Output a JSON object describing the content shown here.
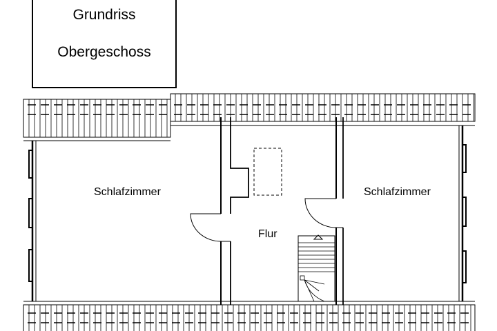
{
  "title": {
    "line1": "Grundriss",
    "line2": "Obergeschoss"
  },
  "rooms": {
    "left_bedroom": "Schlafzimmer",
    "right_bedroom": "Schlafzimmer",
    "hallway": "Flur"
  },
  "colors": {
    "line": "#000000",
    "background": "#ffffff"
  }
}
